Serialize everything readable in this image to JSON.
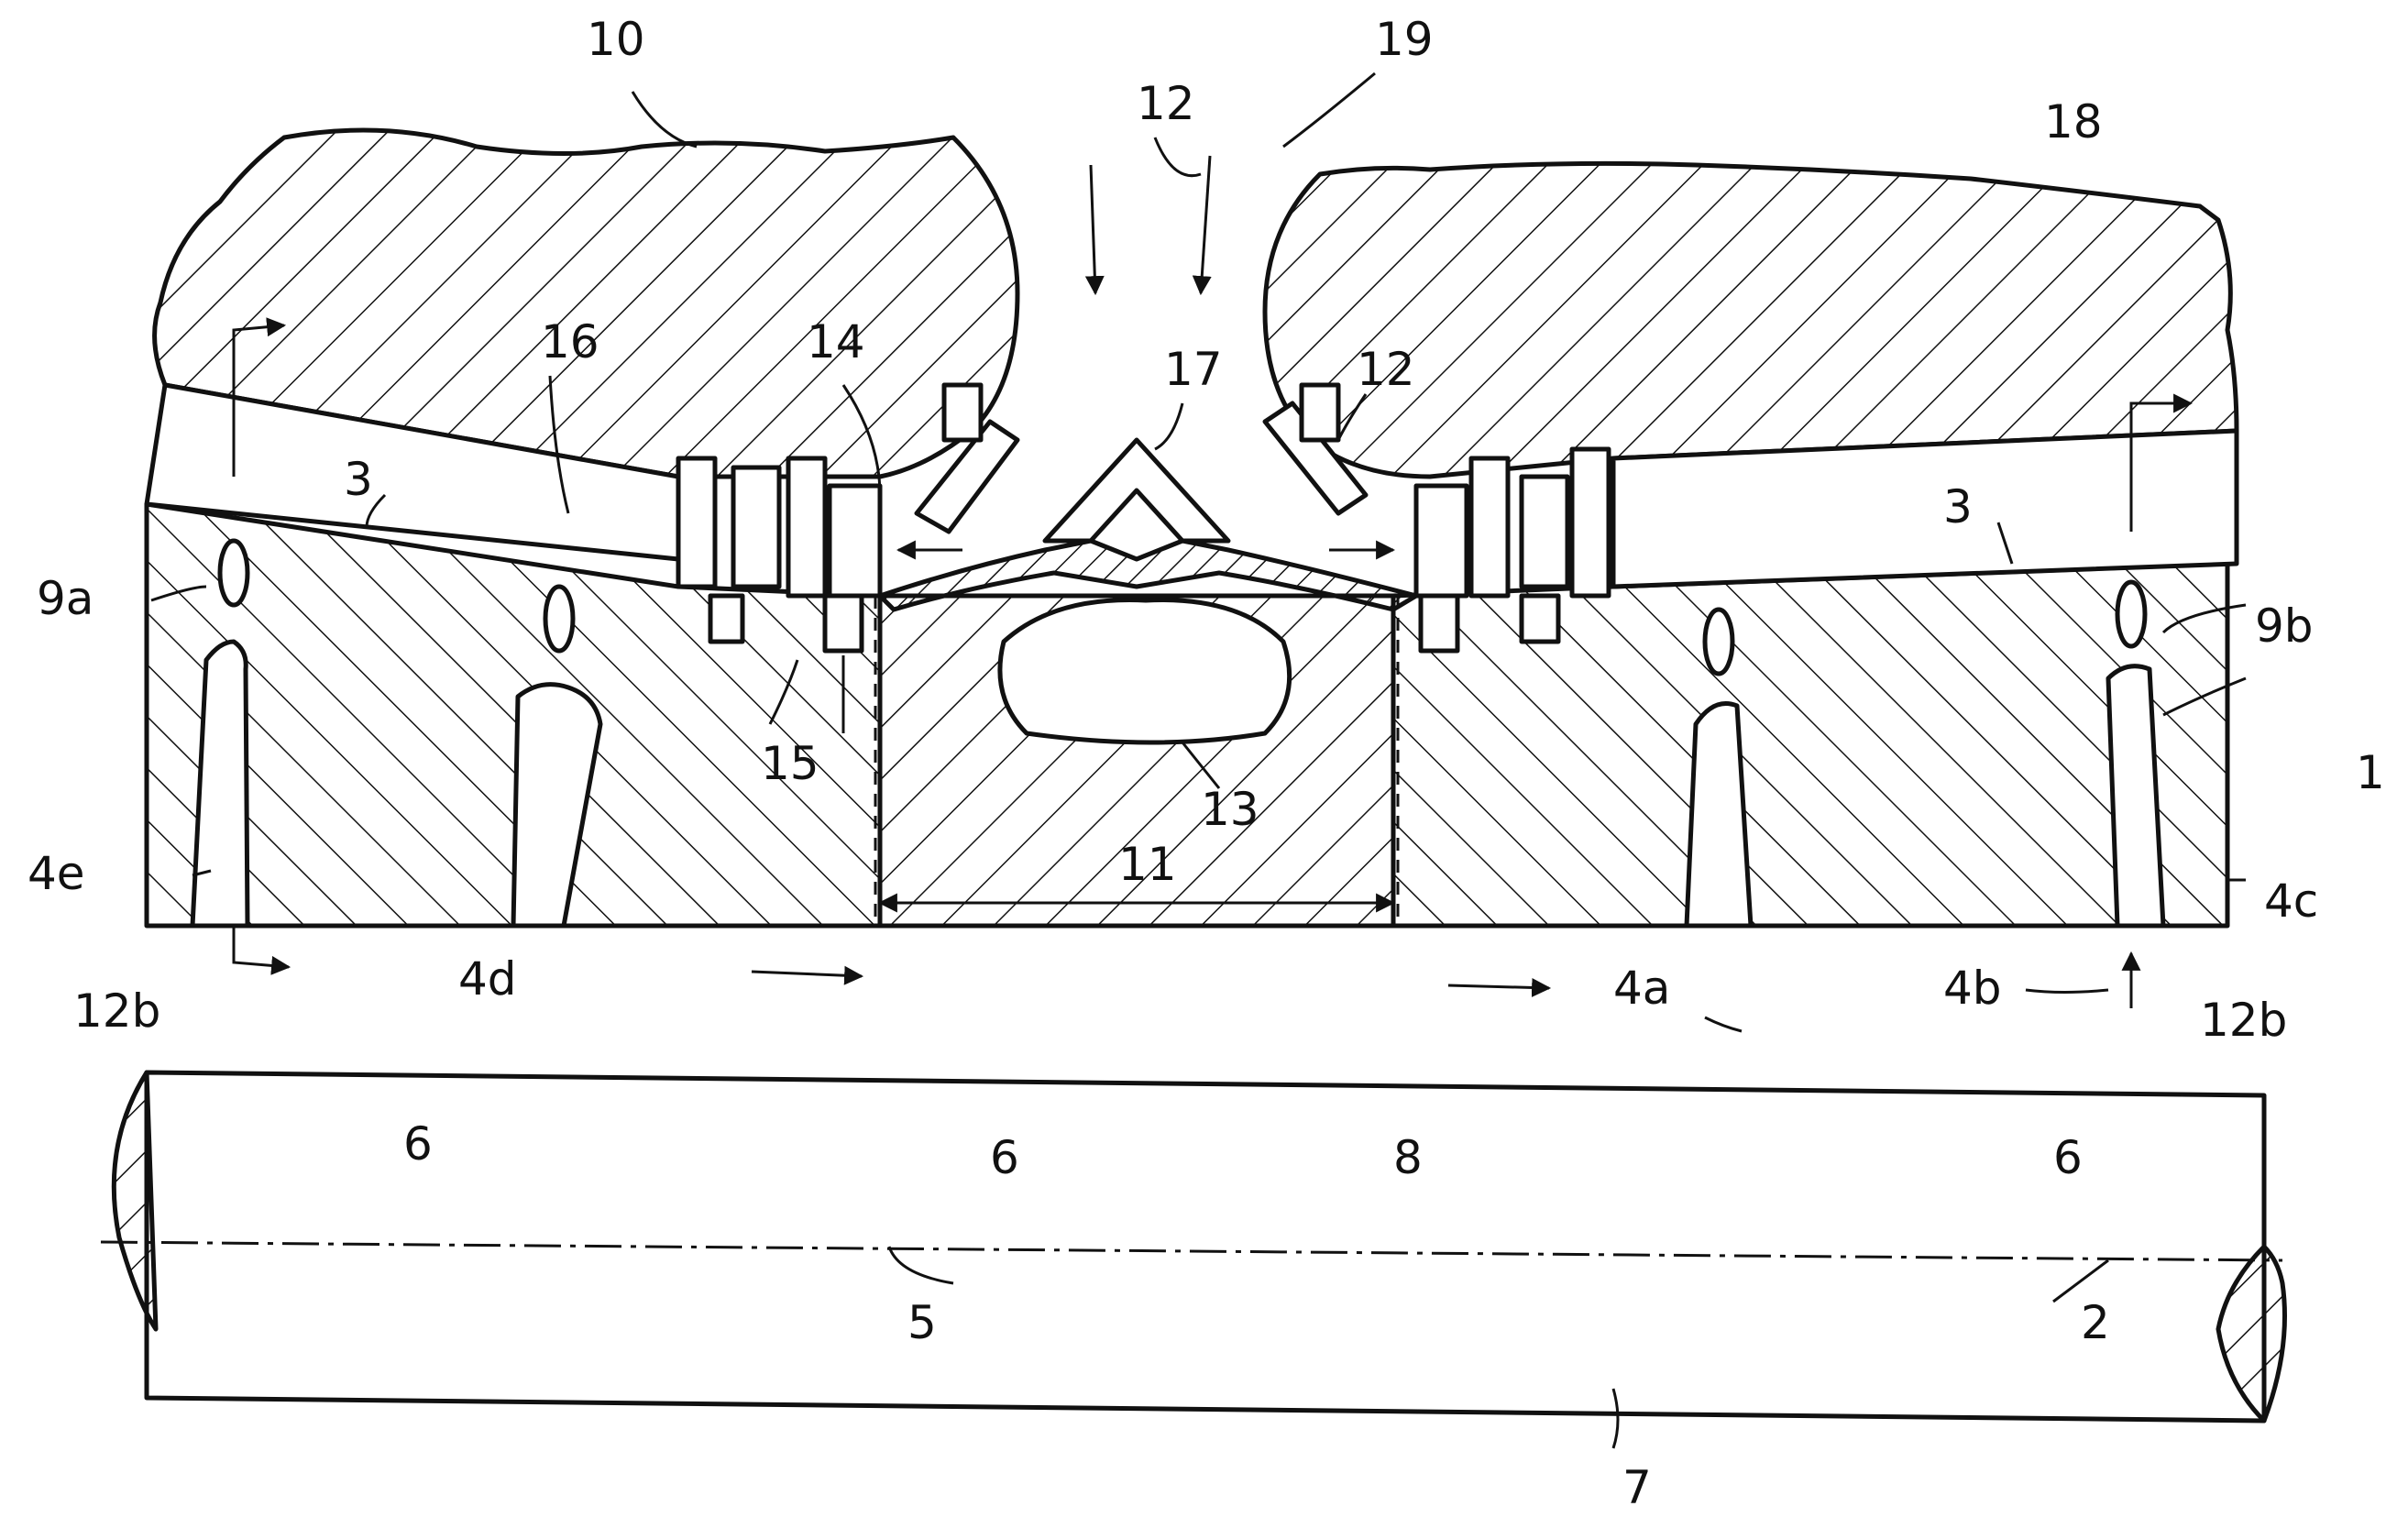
{
  "figure": {
    "labels": {
      "l10": "10",
      "l19": "19",
      "l12_top": "12",
      "l18": "18",
      "l16": "16",
      "l14": "14",
      "l17": "17",
      "l12_right": "12",
      "l3_left": "3",
      "l3_right": "3",
      "l9a": "9a",
      "l9b": "9b",
      "l15": "15",
      "l13": "13",
      "l1": "1",
      "l4e": "4e",
      "l11": "11",
      "l4c": "4c",
      "l12b_left": "12b",
      "l4d": "4d",
      "l4a": "4a",
      "l4b": "4b",
      "l12b_right": "12b",
      "l6_a": "6",
      "l6_b": "6",
      "l8": "8",
      "l6_c": "6",
      "l5": "5",
      "l2": "2",
      "l7": "7"
    }
  }
}
